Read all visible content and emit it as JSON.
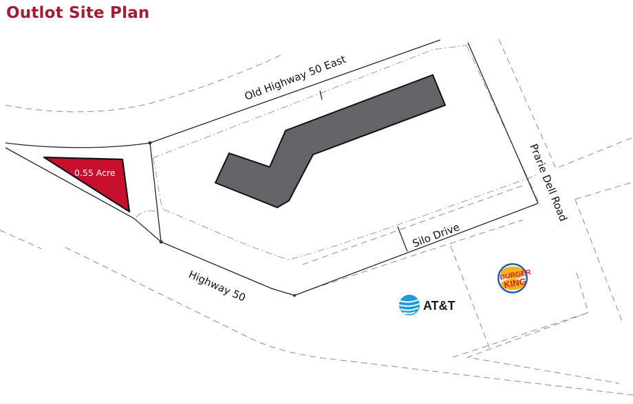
{
  "page": {
    "title": "Outlot Site Plan"
  },
  "colors": {
    "title": "#a31c35",
    "outlot_fill": "#c8102e",
    "building_fill": "#646466",
    "line": "#222222",
    "dashed_line": "#8a8a8a",
    "att_blue": "#1e9cd7",
    "bk_red": "#d62330",
    "bk_yellow": "#f5b21a",
    "bk_blue": "#1f5fa8"
  },
  "parcel": {
    "area_label": "0.55 Acre"
  },
  "roads": {
    "old_highway": "Old Highway 50 East",
    "highway": "Highway 50",
    "silo": "Silo Drive",
    "prairie": "Prarie Dell Road"
  },
  "tenants": {
    "att": {
      "label": "AT&T",
      "icon": "att-globe-icon"
    },
    "burger_king": {
      "line1": "BURGER",
      "line2": "KING",
      "icon": "burger-king-logo"
    }
  }
}
